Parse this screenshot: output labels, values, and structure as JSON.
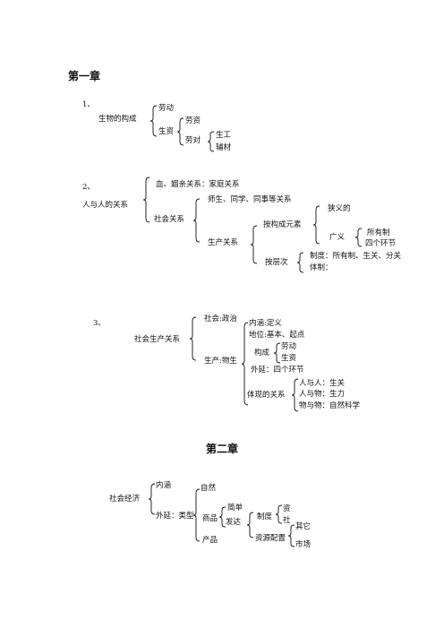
{
  "ch1": {
    "title": "第一章",
    "s1": {
      "num": "1、",
      "root": "生物的构成",
      "labor": "劳动",
      "means": "生资",
      "tool": "劳资",
      "object": "劳对",
      "worked": "生工",
      "aux": "辅材"
    },
    "s2": {
      "num": "2、",
      "root": "人与人的关系",
      "blood": "血、姻亲关系：家庭关系",
      "social": "社会关系",
      "teacher": "师生、同学、同事等关系",
      "production": "生产关系",
      "by_elements": "按构成元素",
      "narrow": "狭义的",
      "broad": "广义",
      "ownership": "所有制",
      "four_links": "四个环节",
      "by_level": "按层次",
      "system1": "制度：所有制、生关、分关",
      "system2": "体制："
    },
    "s3": {
      "num": "3、",
      "root": "社会生产关系",
      "social_politics": "社会:政治",
      "production_material": "生产:物生",
      "connotation": "内涵:定义",
      "status": "地位:基本、起点",
      "composition": "构成",
      "labor": "劳动",
      "means": "生资",
      "extension": "外延：四个环节",
      "manifest": "体现的关系",
      "rel1": "人与人：生关",
      "rel2": "人与物：生力",
      "rel3": "物与物：自然科学"
    }
  },
  "ch2": {
    "title": "第二章",
    "root": "社会经济",
    "connotation": "内涵",
    "extension": "外延：类型",
    "natural": "自然",
    "commodity": "商品",
    "simple": "简单",
    "developed": "发达",
    "system": "制度",
    "capital": "资",
    "socialist": "社",
    "resource": "资源配置",
    "other": "其它",
    "market": "市场",
    "product": "产品"
  }
}
